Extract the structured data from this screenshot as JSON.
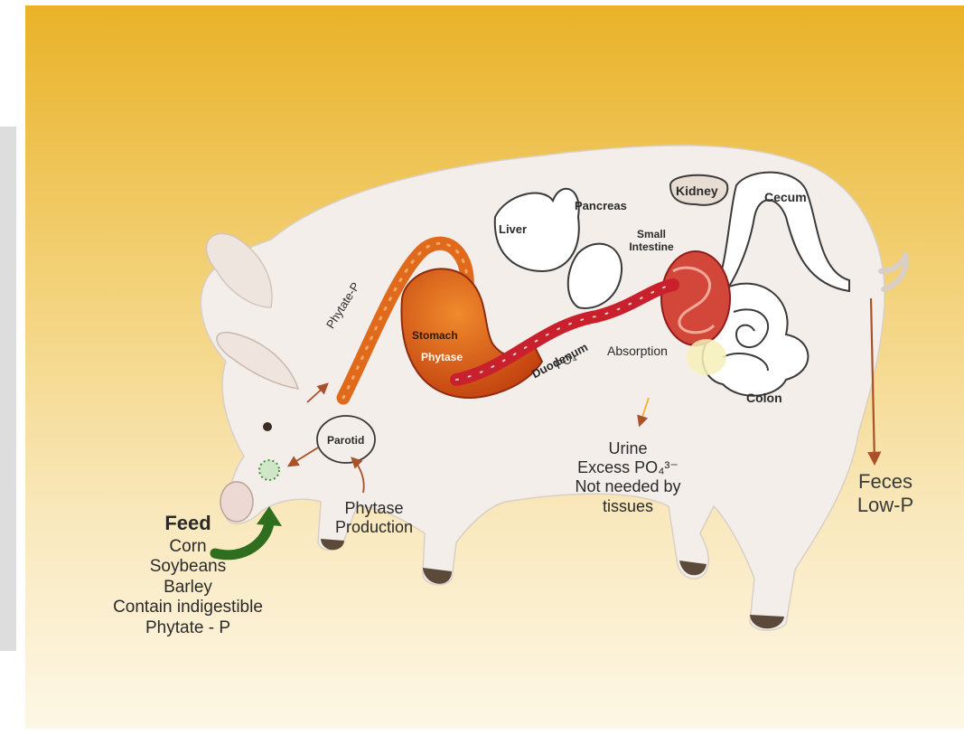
{
  "labels": {
    "phytate_p": "Phytate-P",
    "liver": "Liver",
    "pancreas": "Pancreas",
    "kidney": "Kidney",
    "cecum": "Cecum",
    "small_intestine": "Small Intestine",
    "stomach": "Stomach",
    "phytase": "Phytase",
    "duodenum": "Duodenum",
    "po4": "PO₄",
    "absorption": "Absorption",
    "colon": "Colon",
    "parotid": "Parotid",
    "phytase_production_1": "Phytase",
    "phytase_production_2": "Production",
    "urine_1": "Urine",
    "urine_2": "Excess PO₄³⁻",
    "urine_3": "Not needed by",
    "urine_4": "tissues",
    "feces_1": "Feces",
    "feces_2": "Low-P",
    "feed_title": "Feed",
    "feed_items": [
      "Corn",
      "Soybeans",
      "Barley",
      "Contain indigestible",
      "Phytate - P"
    ]
  },
  "colors": {
    "bg_top": "#eab52a",
    "bg_bottom": "#fdf6e2",
    "pig_body": "#f4efea",
    "tract": "#c8202c",
    "stomach": "#e06418",
    "arrow": "#b0522a",
    "feed_arrow": "#2f6e1e"
  }
}
